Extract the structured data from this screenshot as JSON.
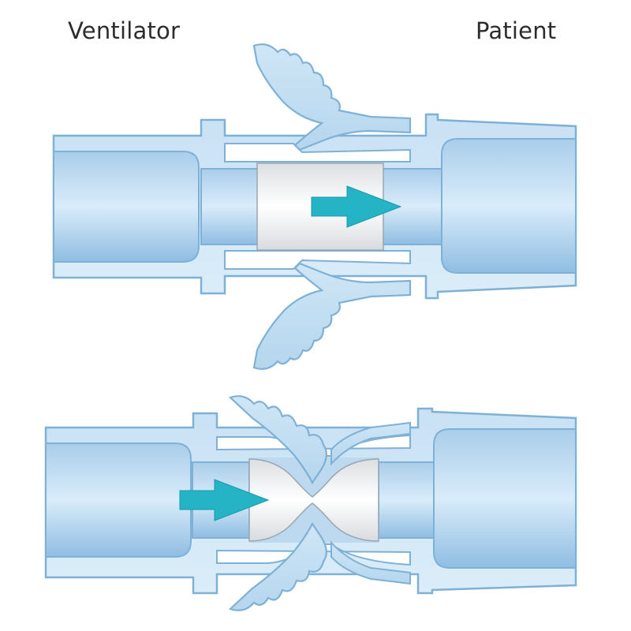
{
  "labels": {
    "left": "Ventilator",
    "right": "Patient"
  },
  "colors": {
    "outline": "#7fb1d6",
    "body_light": "#d8ebf8",
    "body_mid": "#b9d8ef",
    "body_dark": "#8dbfe4",
    "valve_fill": "#f4f5f6",
    "arrow": "#25b3c6",
    "gap": "#ffffff"
  },
  "panels": [
    {
      "state": "open",
      "arrow_direction": "right"
    },
    {
      "state": "closed",
      "arrow_direction": "right"
    }
  ],
  "icons": {
    "flow_arrow": "arrow-right-icon"
  }
}
